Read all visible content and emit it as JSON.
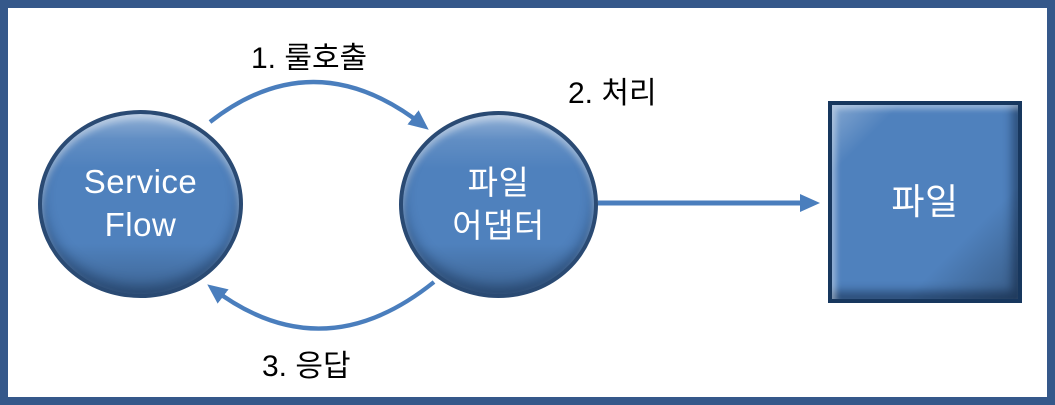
{
  "diagram": {
    "nodes": {
      "service_flow": "Service\nFlow",
      "file_adapter": "파일\n어댑터",
      "file": "파일"
    },
    "labels": {
      "step1": "1. 룰호출",
      "step2": "2. 처리",
      "step3": "3. 응답"
    },
    "arrows": [
      {
        "name": "rule-call",
        "from": "service_flow",
        "to": "file_adapter",
        "style": "curved-top"
      },
      {
        "name": "process",
        "from": "file_adapter",
        "to": "file",
        "style": "straight"
      },
      {
        "name": "response",
        "from": "file_adapter",
        "to": "service_flow",
        "style": "curved-bottom"
      }
    ],
    "colors": {
      "node_fill": "#4f81bd",
      "node_border": "#2a4a73",
      "square_border": "#17375e",
      "node_text": "#ffffff",
      "arrow": "#4a7ebd",
      "frame_border": "#35588a",
      "label_text": "#000000"
    }
  }
}
